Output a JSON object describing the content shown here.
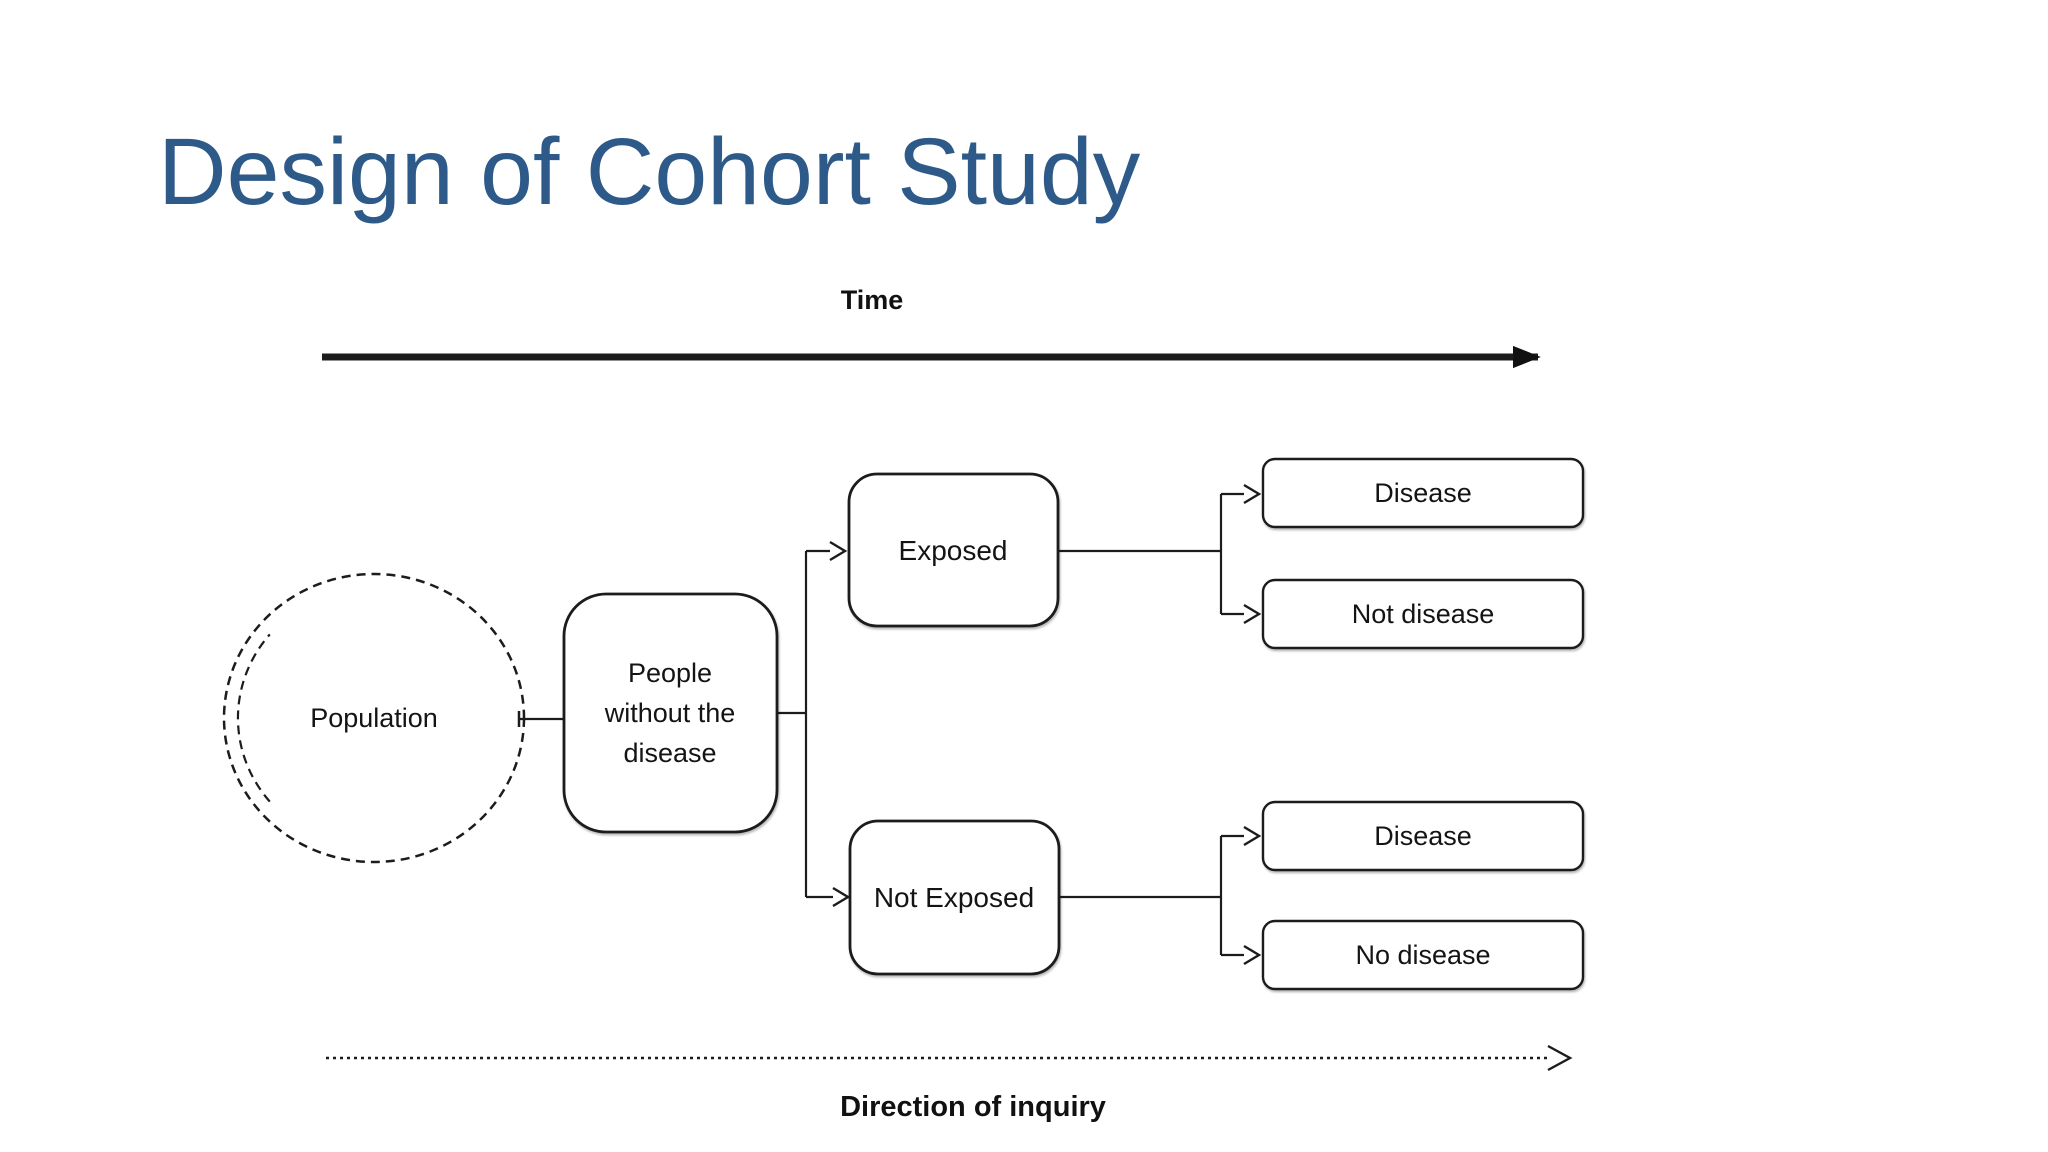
{
  "slide": {
    "title": "Design of Cohort Study",
    "title_color": "#2d5a88",
    "background_color": "#ffffff"
  },
  "diagram": {
    "time_label": "Time",
    "direction_label": "Direction of inquiry",
    "population_label": "Population",
    "people_box_lines": [
      "People",
      "without the",
      "disease"
    ],
    "exposed_label": "Exposed",
    "not_exposed_label": "Not Exposed",
    "exposed_outcomes": [
      "Disease",
      "Not disease"
    ],
    "not_exposed_outcomes": [
      "Disease",
      "No disease"
    ],
    "line_color": "#1c1c1c"
  }
}
